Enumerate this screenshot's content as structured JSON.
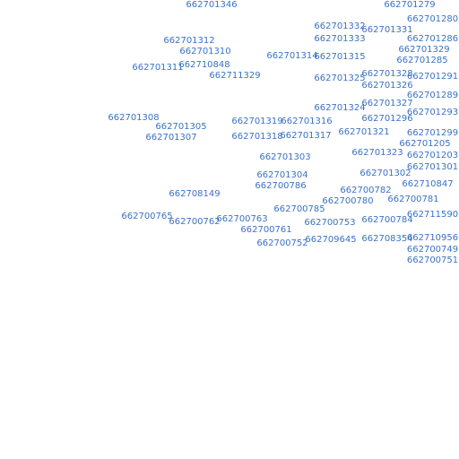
{
  "map": {
    "label_color": "#3b72c4",
    "background_color": "#ffffff",
    "labels": [
      "662701346",
      "662701279",
      "662701280",
      "662701332",
      "662701331",
      "662701312",
      "662701333",
      "662701286",
      "662701329",
      "662701310",
      "662701314",
      "662701315",
      "662701285",
      "662701311",
      "662710848",
      "662711329",
      "662701328",
      "662701325",
      "662701291",
      "662701326",
      "662701289",
      "662701327",
      "662701324",
      "662701293",
      "662701308",
      "662701296",
      "662701319",
      "662701316",
      "662701305",
      "662701321",
      "662701299",
      "662701307",
      "662701318",
      "662701317",
      "662701205",
      "662701323",
      "662701203",
      "662701303",
      "662701301",
      "662701304",
      "662701302",
      "662710847",
      "662700786",
      "662700782",
      "662708149",
      "662700780",
      "662700781",
      "662700785",
      "662711590",
      "662700765",
      "662700762",
      "662700763",
      "662700753",
      "662700784",
      "662700761",
      "662710956",
      "662700752",
      "662709645",
      "662708354",
      "662700749",
      "662700751"
    ]
  }
}
